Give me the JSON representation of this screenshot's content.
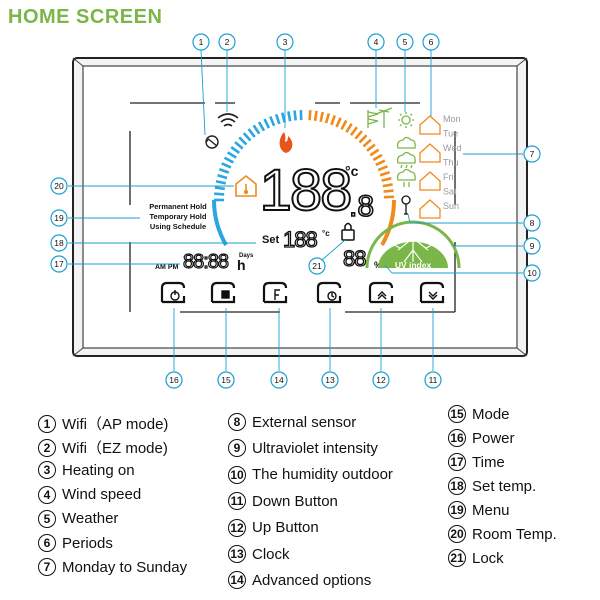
{
  "title": "HOME SCREEN",
  "device": {
    "temp_main": "188",
    "temp_decimal": ".8",
    "temp_unit": "°c",
    "set_label": "Set",
    "set_value": "188",
    "set_unit": "°c",
    "humidity_value": "88",
    "humidity_unit": "%RH",
    "clock_ampm": "AM PM",
    "clock_value": "88:88",
    "clock_days_label": "Days",
    "clock_h": "h",
    "mode_lines": [
      "Permanent Hold",
      "Temporary Hold",
      "Using Schedule"
    ],
    "weekdays": [
      "Mon",
      "Tue",
      "Wed",
      "Thu",
      "Fri",
      "Sat",
      "Sun"
    ],
    "uv_label": "UV index",
    "colors": {
      "blue_arc": "#2aa6e0",
      "orange_arc": "#f08a1c",
      "green": "#7ab648",
      "callout": "#1a9fd0"
    }
  },
  "callouts": [
    "1",
    "2",
    "3",
    "4",
    "5",
    "6",
    "7",
    "8",
    "9",
    "10",
    "11",
    "12",
    "13",
    "14",
    "15",
    "16",
    "17",
    "18",
    "19",
    "20",
    "21"
  ],
  "legend": [
    {
      "num": "1",
      "label": "Wifi（AP mode)"
    },
    {
      "num": "2",
      "label": "Wifi（EZ mode)"
    },
    {
      "num": "3",
      "label": "Heating on"
    },
    {
      "num": "4",
      "label": "Wind speed"
    },
    {
      "num": "5",
      "label": " Weather"
    },
    {
      "num": "6",
      "label": "Periods"
    },
    {
      "num": "7",
      "label": "Monday to Sunday"
    },
    {
      "num": "8",
      "label": "External sensor"
    },
    {
      "num": "9",
      "label": "Ultraviolet intensity"
    },
    {
      "num": "10",
      "label": "The humidity outdoor"
    },
    {
      "num": "11",
      "label": "Down Button"
    },
    {
      "num": "12",
      "label": "Up Button"
    },
    {
      "num": "13",
      "label": "Clock"
    },
    {
      "num": "14",
      "label": "Advanced options"
    },
    {
      "num": "15",
      "label": "Mode"
    },
    {
      "num": "16",
      "label": "Power"
    },
    {
      "num": "17",
      "label": "Time"
    },
    {
      "num": "18",
      "label": "Set temp."
    },
    {
      "num": "19",
      "label": "Menu"
    },
    {
      "num": "20",
      "label": "Room Temp."
    },
    {
      "num": "21",
      "label": "Lock"
    }
  ]
}
